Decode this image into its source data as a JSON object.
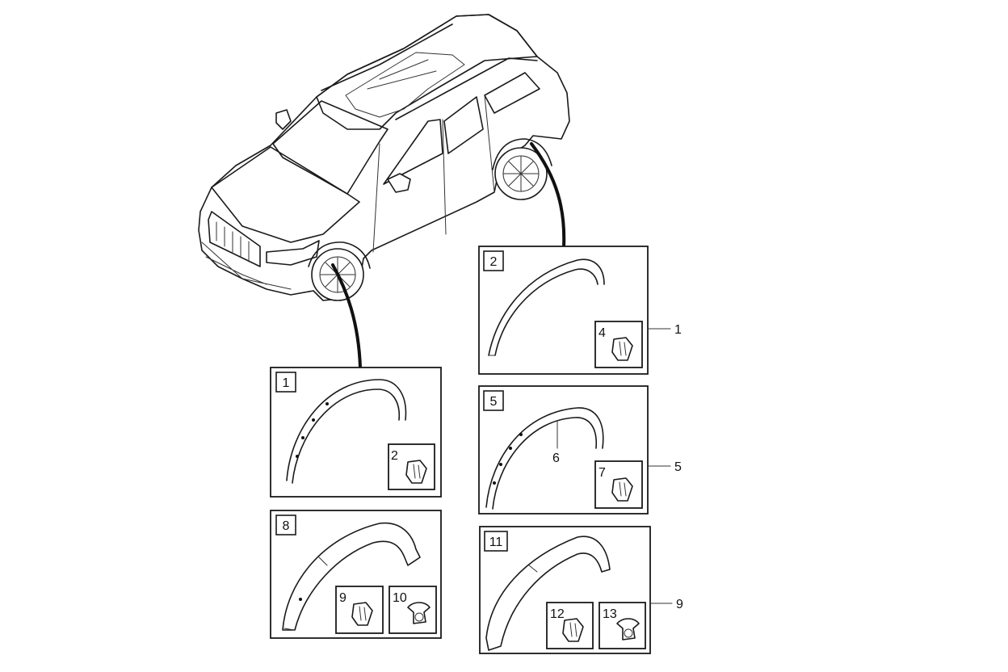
{
  "diagram": {
    "vehicle": {
      "icon": "suv-vehicle-icon"
    },
    "panels": [
      {
        "id": "p1",
        "tag": "1",
        "clips": [
          {
            "label": "2"
          }
        ]
      },
      {
        "id": "p2",
        "tag": "2",
        "clips": [
          {
            "label": "4"
          }
        ],
        "callout": "1"
      },
      {
        "id": "p5",
        "tag": "5",
        "clips": [
          {
            "label": "7"
          }
        ],
        "callout": "5",
        "part_label": "6"
      },
      {
        "id": "p8",
        "tag": "8",
        "clips": [
          {
            "label": "9"
          },
          {
            "label": "10"
          }
        ]
      },
      {
        "id": "p11",
        "tag": "11",
        "clips": [
          {
            "label": "12"
          },
          {
            "label": "13"
          }
        ],
        "callout": "9"
      }
    ]
  }
}
